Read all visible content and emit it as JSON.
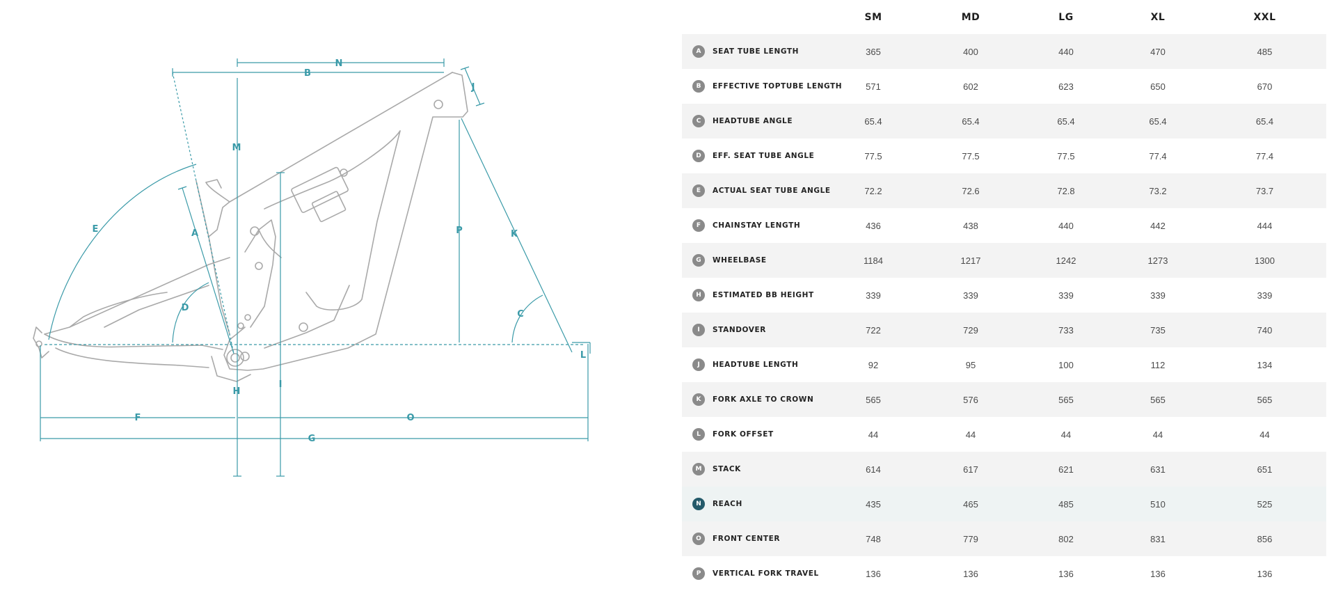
{
  "diagram": {
    "accent": "#3a9aa8",
    "frame_color": "#a7a7a7",
    "labels": {
      "a": "A",
      "b": "B",
      "c": "C",
      "d": "D",
      "e": "E",
      "f": "F",
      "g": "G",
      "h": "H",
      "i": "I",
      "j": "J",
      "k": "K",
      "l": "L",
      "m": "M",
      "n": "N",
      "o": "O",
      "p": "P"
    }
  },
  "table": {
    "sizes": [
      "SM",
      "MD",
      "LG",
      "XL",
      "XXL"
    ],
    "rows": [
      {
        "badge": "A",
        "name": "SEAT TUBE LENGTH",
        "values": [
          "365",
          "400",
          "440",
          "470",
          "485"
        ]
      },
      {
        "badge": "B",
        "name": "EFFECTIVE TOPTUBE LENGTH",
        "values": [
          "571",
          "602",
          "623",
          "650",
          "670"
        ]
      },
      {
        "badge": "C",
        "name": "HEADTUBE ANGLE",
        "values": [
          "65.4",
          "65.4",
          "65.4",
          "65.4",
          "65.4"
        ]
      },
      {
        "badge": "D",
        "name": "EFF. SEAT TUBE ANGLE",
        "values": [
          "77.5",
          "77.5",
          "77.5",
          "77.4",
          "77.4"
        ]
      },
      {
        "badge": "E",
        "name": "ACTUAL SEAT TUBE ANGLE",
        "values": [
          "72.2",
          "72.6",
          "72.8",
          "73.2",
          "73.7"
        ]
      },
      {
        "badge": "F",
        "name": "CHAINSTAY LENGTH",
        "values": [
          "436",
          "438",
          "440",
          "442",
          "444"
        ]
      },
      {
        "badge": "G",
        "name": "WHEELBASE",
        "values": [
          "1184",
          "1217",
          "1242",
          "1273",
          "1300"
        ]
      },
      {
        "badge": "H",
        "name": "ESTIMATED BB HEIGHT",
        "values": [
          "339",
          "339",
          "339",
          "339",
          "339"
        ]
      },
      {
        "badge": "I",
        "name": "STANDOVER",
        "values": [
          "722",
          "729",
          "733",
          "735",
          "740"
        ]
      },
      {
        "badge": "J",
        "name": "HEADTUBE LENGTH",
        "values": [
          "92",
          "95",
          "100",
          "112",
          "134"
        ]
      },
      {
        "badge": "K",
        "name": "FORK AXLE TO CROWN",
        "values": [
          "565",
          "576",
          "565",
          "565",
          "565"
        ]
      },
      {
        "badge": "L",
        "name": "FORK OFFSET",
        "values": [
          "44",
          "44",
          "44",
          "44",
          "44"
        ]
      },
      {
        "badge": "M",
        "name": "STACK",
        "values": [
          "614",
          "617",
          "621",
          "631",
          "651"
        ]
      },
      {
        "badge": "N",
        "name": "REACH",
        "values": [
          "435",
          "465",
          "485",
          "510",
          "525"
        ]
      },
      {
        "badge": "O",
        "name": "FRONT CENTER",
        "values": [
          "748",
          "779",
          "802",
          "831",
          "856"
        ]
      },
      {
        "badge": "P",
        "name": "VERTICAL FORK TRAVEL",
        "values": [
          "136",
          "136",
          "136",
          "136",
          "136"
        ]
      }
    ]
  }
}
